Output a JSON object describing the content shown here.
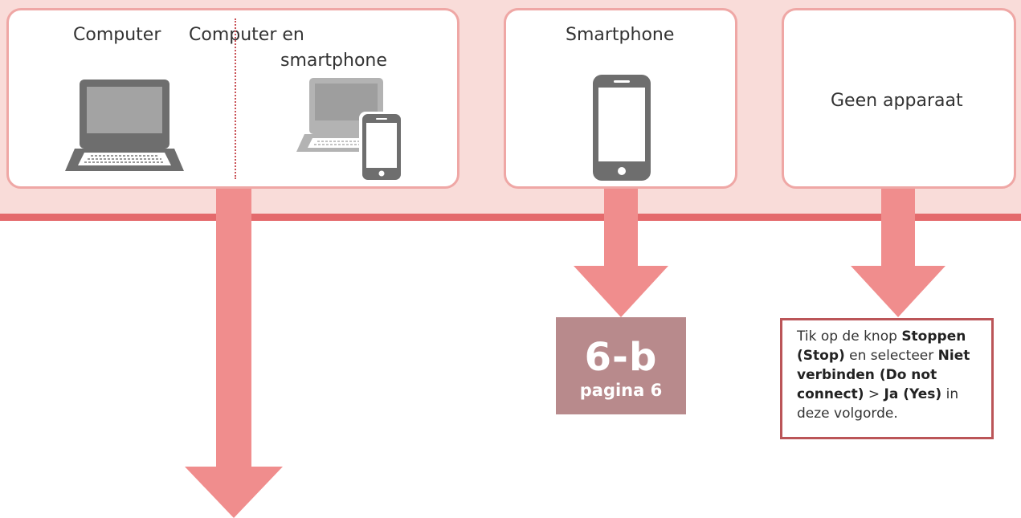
{
  "cards": {
    "computer": {
      "label": "Computer",
      "icon": "laptop-icon"
    },
    "computer_smartphone": {
      "label_line1": "Computer en",
      "label_line2": "smartphone",
      "icon": "laptop-smartphone-icon"
    },
    "smartphone": {
      "label": "Smartphone",
      "icon": "smartphone-icon"
    },
    "no_device": {
      "label": "Geen apparaat"
    }
  },
  "badge": {
    "number": "6-b",
    "page": "pagina 6"
  },
  "note": {
    "t1": "Tik op de knop ",
    "b1": "Stoppen (Stop)",
    "t2": " en selecteer ",
    "b2": "Niet verbinden (Do not connect)",
    "t3": " > ",
    "b3": "Ja (Yes)",
    "t4": " in deze volgorde."
  },
  "colors": {
    "band": "#f9dcd9",
    "band_line": "#e46a6c",
    "card_border": "#efa7a5",
    "arrow": "#f08d8d",
    "badge": "#b88a8c",
    "note_border": "#bb5558",
    "icon": "#6e6e6e"
  }
}
